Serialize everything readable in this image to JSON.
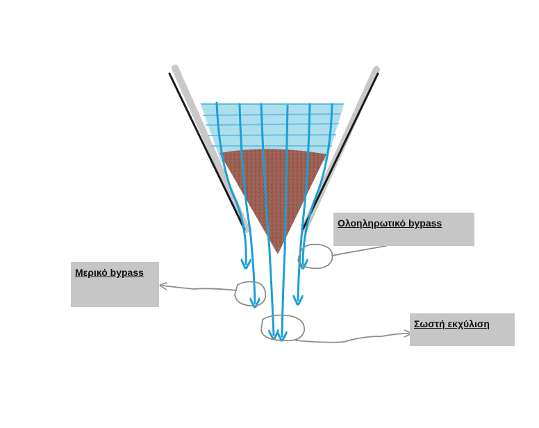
{
  "labels": {
    "full_bypass": "Ολοηληρωτικό bypass",
    "partial_bypass": "Μερικό bypass",
    "correct_extraction": "Σωστή εκχύλιση"
  },
  "colors": {
    "water": "#9ed8ea",
    "water_lines": "#5fb8de",
    "coffee_bed": "#9a5a4c",
    "flow_arrows": "#1aa0d6",
    "filter_wall": "#1a1a1a",
    "filter_shadow": "#c8c8c8",
    "annotation": "#8c8c8c",
    "label_bg": "#c6c6c6"
  }
}
